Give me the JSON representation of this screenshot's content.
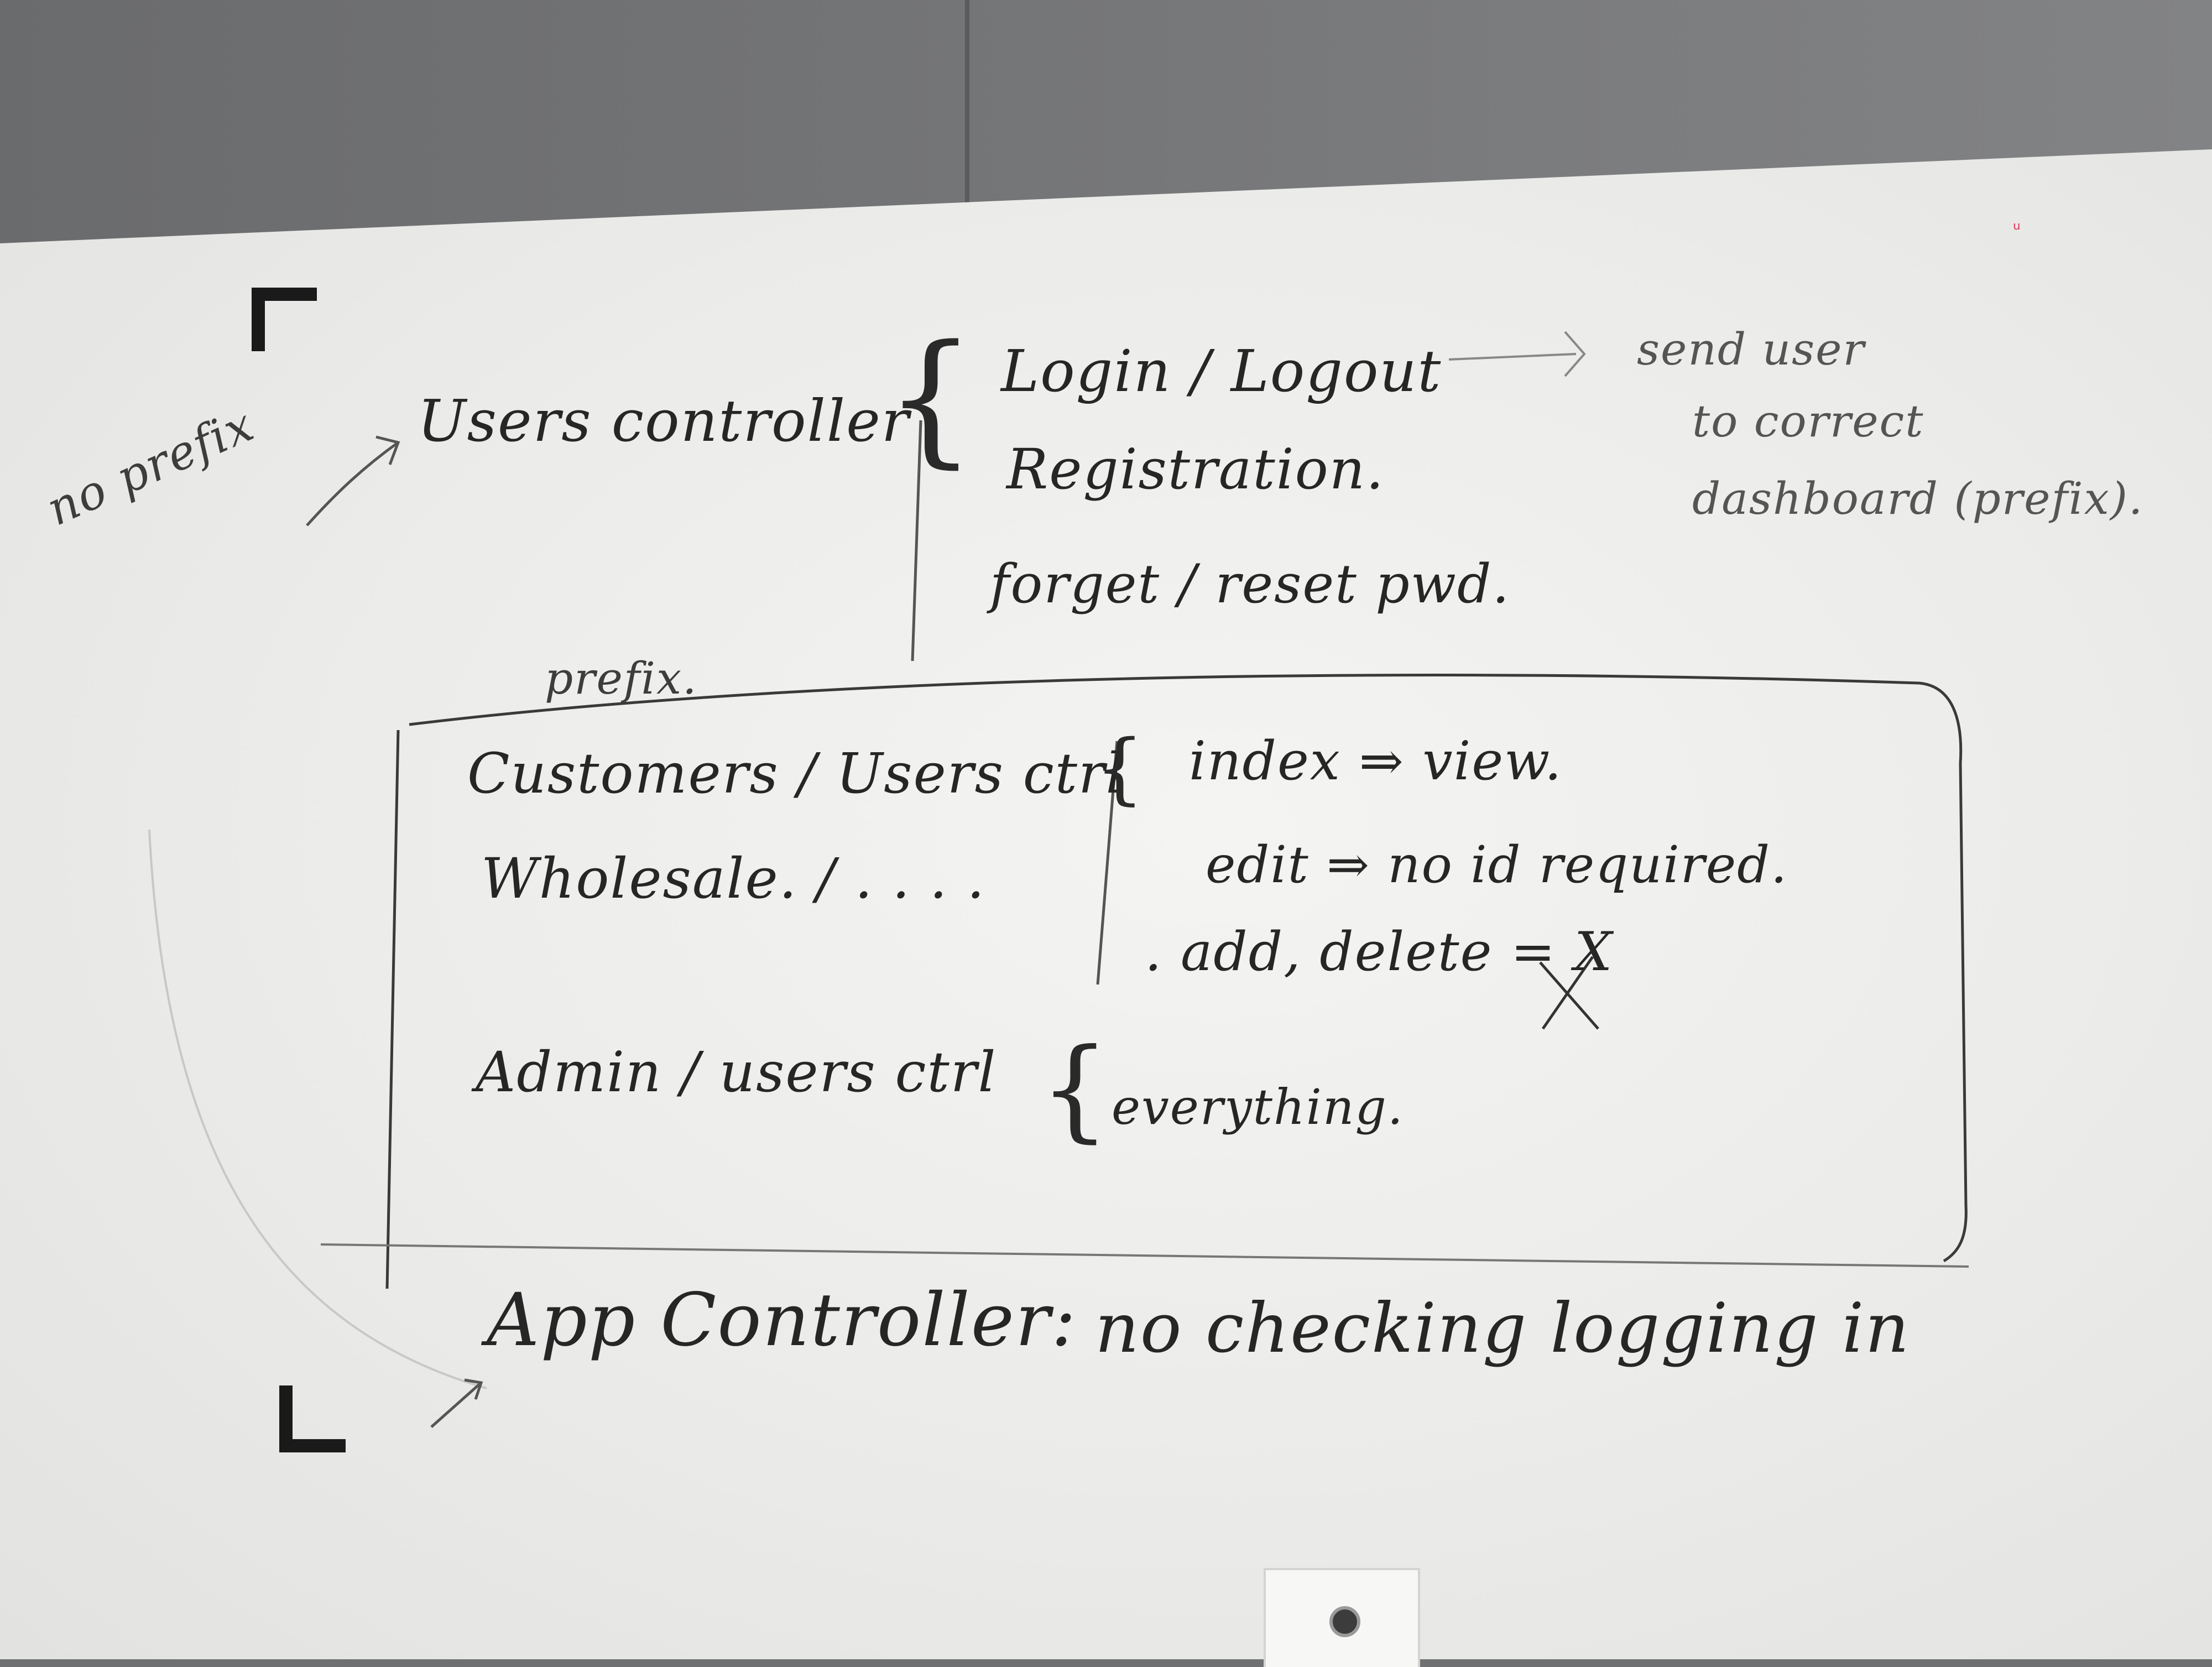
{
  "whiteboard": {
    "no_prefix_note": "no prefix",
    "users_controller": "Users controller",
    "users_actions": {
      "login_logout": "Login / Logout",
      "registration": "Registration.",
      "forget_reset": "forget / reset pwd."
    },
    "redirect_note": {
      "line1": "send user",
      "line2": "to correct",
      "line3": "dashboard (prefix)."
    },
    "prefix_label": "prefix.",
    "customers_line": "Customers / Users ctrl",
    "wholesale_line": "Wholesale. / . . . .",
    "customer_actions": {
      "index": "index ⇒ view.",
      "edit": "edit ⇒ no id required.",
      "add_delete": ". add, delete = X"
    },
    "admin_line": "Admin / users ctrl",
    "admin_actions": "everything.",
    "app_controller": "App Controller:",
    "app_controller_note": "no checking logging in"
  }
}
